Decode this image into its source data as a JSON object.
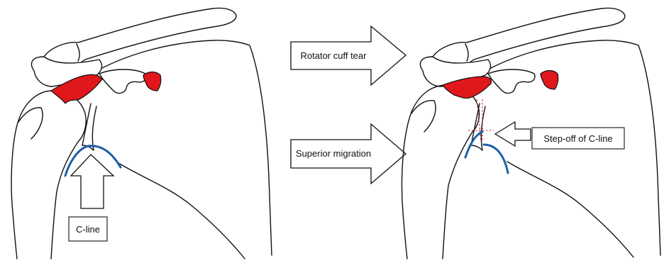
{
  "labels": {
    "rotator_cuff_tear": "Rotator cuff tear",
    "superior_migration": "Superior migration",
    "c_line": "C-line",
    "step_off": "Step-off of C-line"
  },
  "colors": {
    "tendon_red": "#e0181c",
    "c_line_blue": "#1d5fa8",
    "dashed_red": "#d0303a",
    "outline": "#111111"
  },
  "panels": [
    "normal-shoulder",
    "migrated-shoulder"
  ]
}
